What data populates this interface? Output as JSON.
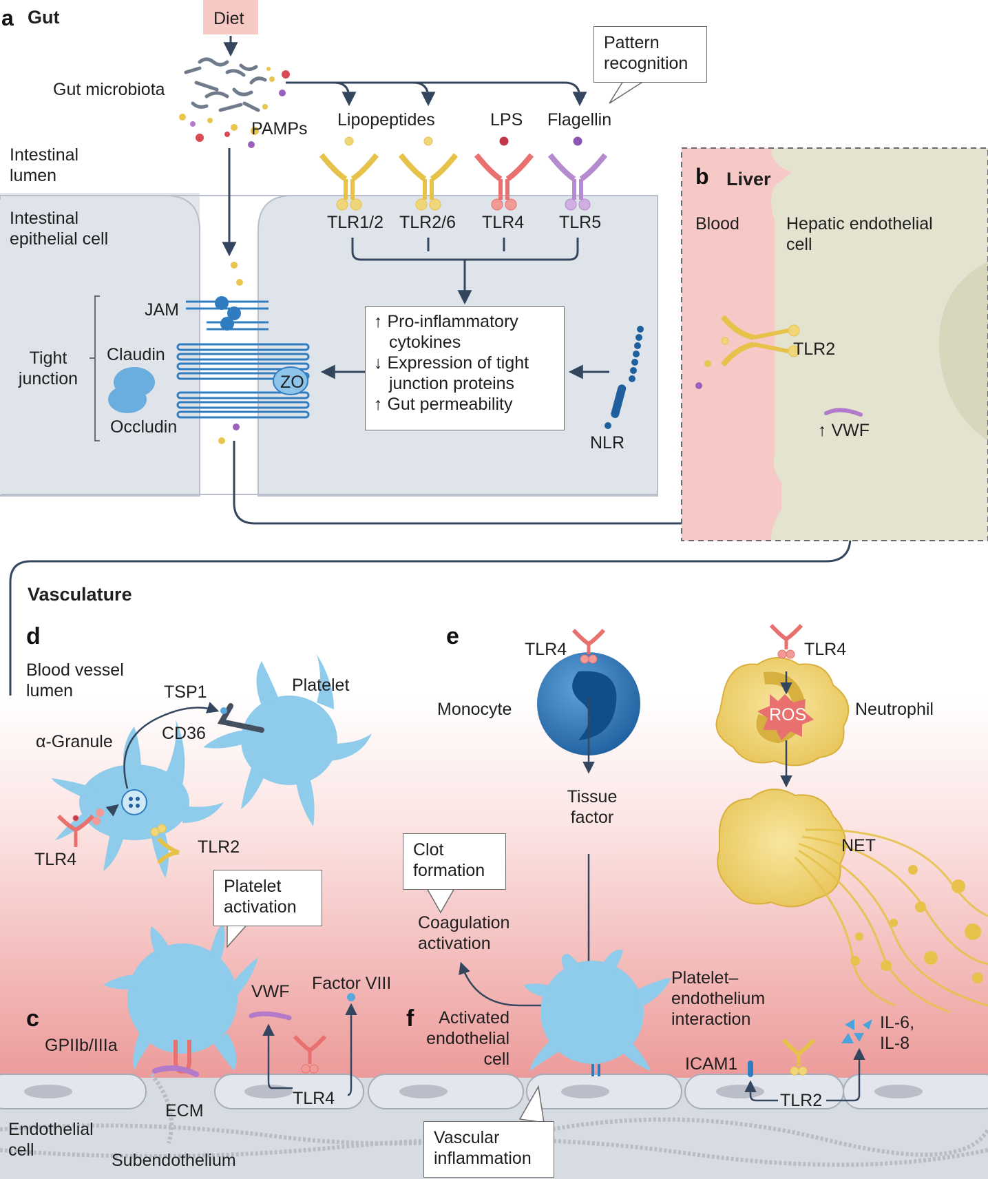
{
  "panels": {
    "a": {
      "letter": "a",
      "title": "Gut"
    },
    "b": {
      "letter": "b",
      "title": "Liver"
    },
    "vasculature": "Vasculature",
    "c": {
      "letter": "c"
    },
    "d": {
      "letter": "d"
    },
    "e": {
      "letter": "e"
    },
    "f": {
      "letter": "f"
    }
  },
  "gut": {
    "diet": "Diet",
    "pattern_recognition": "Pattern recognition",
    "gut_microbiota": "Gut microbiota",
    "pamps": "PAMPs",
    "lipopeptides": "Lipopeptides",
    "lps": "LPS",
    "flagellin": "Flagellin",
    "intestinal_lumen": "Intestinal lumen",
    "intestinal_epithelial_cell": "Intestinal epithelial cell",
    "tlr12": "TLR1/2",
    "tlr26": "TLR2/6",
    "tlr4": "TLR4",
    "tlr5": "TLR5",
    "effects": [
      "↑ Pro-inflammatory",
      "cytokines",
      "↓ Expression of tight",
      "junction proteins",
      "↑ Gut permeability"
    ],
    "jam": "JAM",
    "claudin": "Claudin",
    "occludin": "Occludin",
    "zo": "ZO",
    "tight_junction": "Tight junction",
    "nlr": "NLR"
  },
  "liver": {
    "blood": "Blood",
    "hepatic_endothelial_cell": "Hepatic endothelial cell",
    "tlr2": "TLR2",
    "vwf": "↑ VWF"
  },
  "vasc": {
    "blood_vessel_lumen": "Blood vessel lumen",
    "tsp1": "TSP1",
    "cd36": "CD36",
    "platelet": "Platelet",
    "alpha_granule": "α-Granule",
    "tlr4": "TLR4",
    "tlr2": "TLR2",
    "platelet_activation": "Platelet activation",
    "monocyte": "Monocyte",
    "tlr4_e": "TLR4",
    "tissue_factor": "Tissue factor",
    "clot_formation": "Clot formation",
    "coagulation_activation": "Coagulation activation",
    "neutrophil": "Neutrophil",
    "tlr4_n": "TLR4",
    "ros": "ROS",
    "net": "NET",
    "gpiib": "GPIIb/IIIa",
    "vwf": "VWF",
    "factor_viii": "Factor VIII",
    "tlr4_c": "TLR4",
    "activated_endothelial_cell": "Activated endothelial cell",
    "platelet_endothelium_interaction": "Platelet–endothelium interaction",
    "icam1": "ICAM1",
    "tlr2_f": "TLR2",
    "il": "IL-6, IL-8",
    "ecm": "ECM",
    "endothelial_cell": "Endothelial cell",
    "subendothelium": "Subendothelium",
    "vascular_inflammation": "Vascular inflammation"
  },
  "colors": {
    "arrow": "#34465e",
    "tj_blue": "#2f7dc0",
    "tlr_yellow": "#e6c24b",
    "tlr_red": "#e8716f",
    "tlr_purple": "#b58bcf",
    "platelet": "#8fcbea",
    "blood": "#f5c5c4",
    "hepatic": "#e2e1cf"
  }
}
